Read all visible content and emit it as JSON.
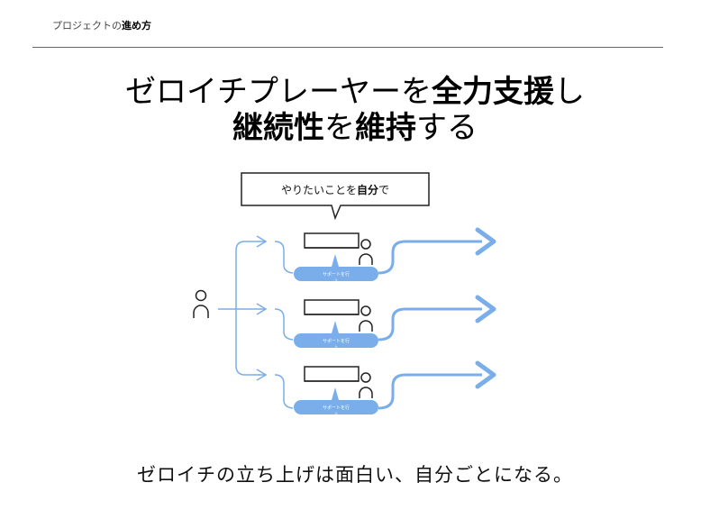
{
  "header": {
    "part1": "プロジェクトの",
    "part2": "進め",
    "part3": "方"
  },
  "title": {
    "l1a": "ゼロイチプレーヤーを",
    "l1b": "全力支援",
    "l1c": "し",
    "l2a": "継続性",
    "l2b": "を",
    "l2c": "維持",
    "l2d": "する"
  },
  "bubble": {
    "a": "やりたいことを",
    "b": "自分",
    "c": "で"
  },
  "support_label_1": "サポートを行",
  "support_label_2": "う",
  "caption": "ゼロイチの立ち上げは面白い、自分ごとになる。",
  "colors": {
    "accent": "#7aaeea",
    "line": "#222222"
  }
}
